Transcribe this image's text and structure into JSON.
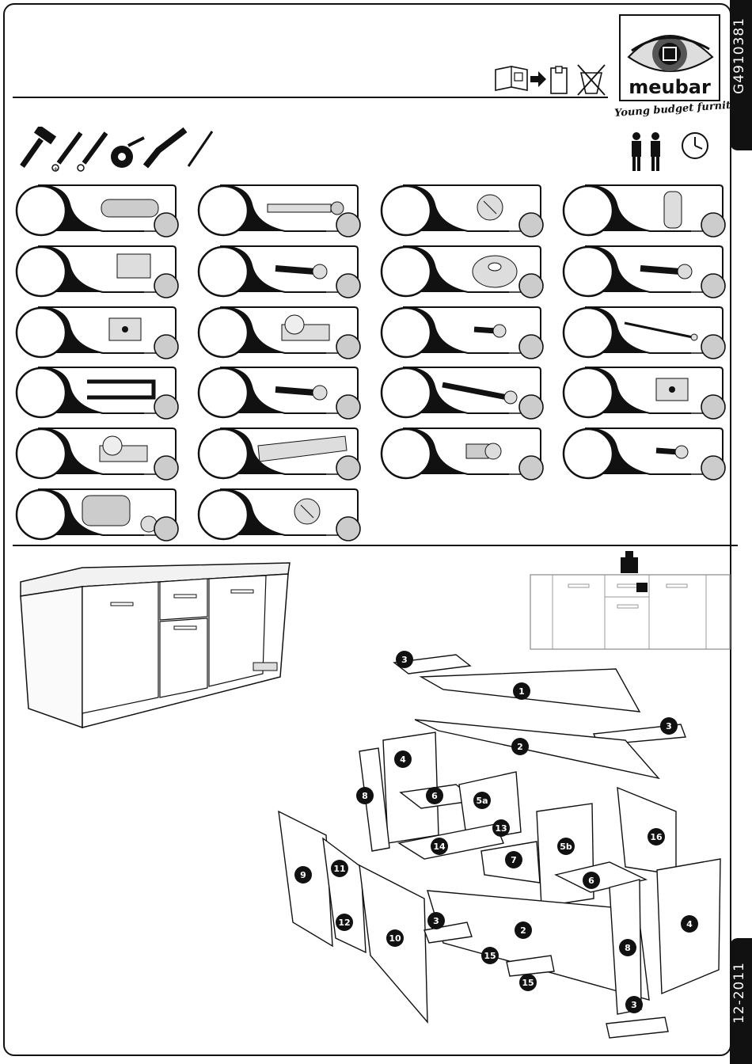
{
  "document": {
    "code": "G4910381",
    "date": "12-2011",
    "brand": {
      "name": "meubar",
      "tagline": "Young budget furniture"
    }
  },
  "tools": [
    "hammer-icon",
    "phillips-screwdriver-icon",
    "flat-screwdriver-icon",
    "tape-measure-icon",
    "square-ruler-icon",
    "pencil-icon"
  ],
  "assembly": {
    "people_icons": 2,
    "time_icon": "clock-icon"
  },
  "hardware_parts": [
    {
      "icon": "wooden-dowel"
    },
    {
      "icon": "cam-bolt"
    },
    {
      "icon": "cam-lock"
    },
    {
      "icon": "connector-bolt"
    },
    {
      "icon": "shelf-support"
    },
    {
      "icon": "screw"
    },
    {
      "icon": "plastic-foot"
    },
    {
      "icon": "screw"
    },
    {
      "icon": "hinge-plate"
    },
    {
      "icon": "hinge"
    },
    {
      "icon": "short-screw"
    },
    {
      "icon": "nail"
    },
    {
      "icon": "handle"
    },
    {
      "icon": "screw"
    },
    {
      "icon": "long-screw"
    },
    {
      "icon": "hinge-plate"
    },
    {
      "icon": "hinge"
    },
    {
      "icon": "drawer-runner"
    },
    {
      "icon": "euro-screw"
    },
    {
      "icon": "short-screw"
    },
    {
      "icon": "cam-bolt-large"
    },
    {
      "icon": "cam-lock"
    }
  ],
  "exploded_labels": [
    "1",
    "2",
    "3",
    "3",
    "4",
    "6",
    "8",
    "5a",
    "13",
    "14",
    "16",
    "5b",
    "7",
    "6",
    "9",
    "11",
    "12",
    "10",
    "3",
    "2",
    "4",
    "8",
    "15",
    "15",
    "3"
  ]
}
